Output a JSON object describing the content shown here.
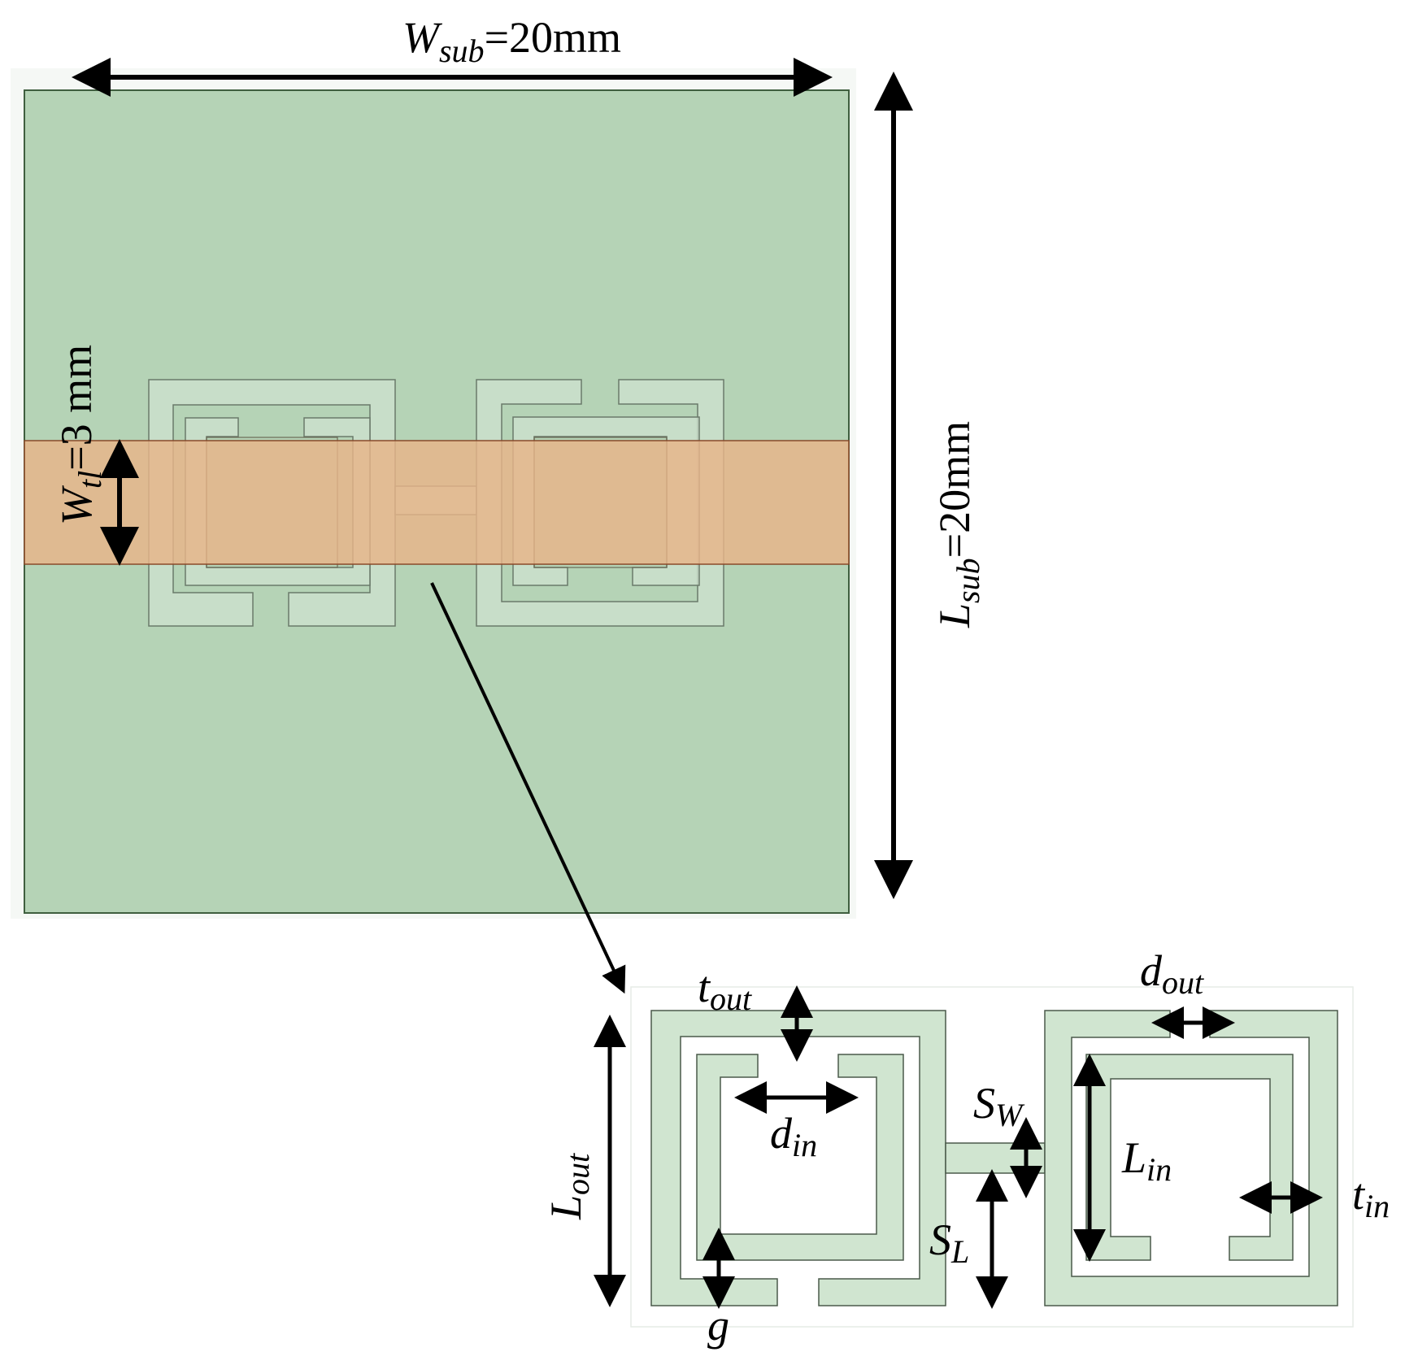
{
  "diagram": {
    "substrate_color": "#b5d3b6",
    "feedline_color": "#e8b489",
    "resonator_color": "#d0e5d0",
    "labels": {
      "w_sub": {
        "sym": "W",
        "sub": "sub",
        "value": "=20mm"
      },
      "l_sub": {
        "sym": "L",
        "sub": "sub",
        "value": "=20mm"
      },
      "w_tl": {
        "sym": "W",
        "sub": "tl",
        "value": "=3 mm"
      },
      "t_out": {
        "sym": "t",
        "sub": "out"
      },
      "d_out": {
        "sym": "d",
        "sub": "out"
      },
      "d_in": {
        "sym": "d",
        "sub": "in"
      },
      "l_out": {
        "sym": "L",
        "sub": "out"
      },
      "l_in": {
        "sym": "L",
        "sub": "in"
      },
      "s_w": {
        "sym": "S",
        "sub": "W"
      },
      "s_l": {
        "sym": "S",
        "sub": "L"
      },
      "t_in": {
        "sym": "t",
        "sub": "in"
      },
      "g": {
        "sym": "g"
      }
    }
  }
}
